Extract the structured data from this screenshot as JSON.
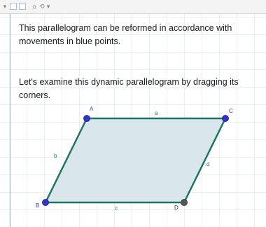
{
  "toolbar": {
    "menu_arrow": "▾",
    "home_icon": "⌂",
    "undo_icon": "⟲",
    "dropdown_icon": "▾"
  },
  "text": {
    "paragraph1": "This parallelogram can be reformed in accordance with movements in blue points.",
    "paragraph2": "Let's examine this dynamic parallelogram by dragging its corners."
  },
  "figure": {
    "points": {
      "A": "A",
      "B": "B",
      "C": "C",
      "D": "D"
    },
    "sides": {
      "a": "a",
      "b": "b",
      "c": "c",
      "d": "d"
    }
  },
  "colors": {
    "edge": "#1e7564",
    "fill": "#d9e6ec",
    "free_point": "#3333cc",
    "dependent_point": "#555555",
    "point_label": "#3333cc",
    "side_label": "#1e7564",
    "dependent_label": "#333333"
  }
}
